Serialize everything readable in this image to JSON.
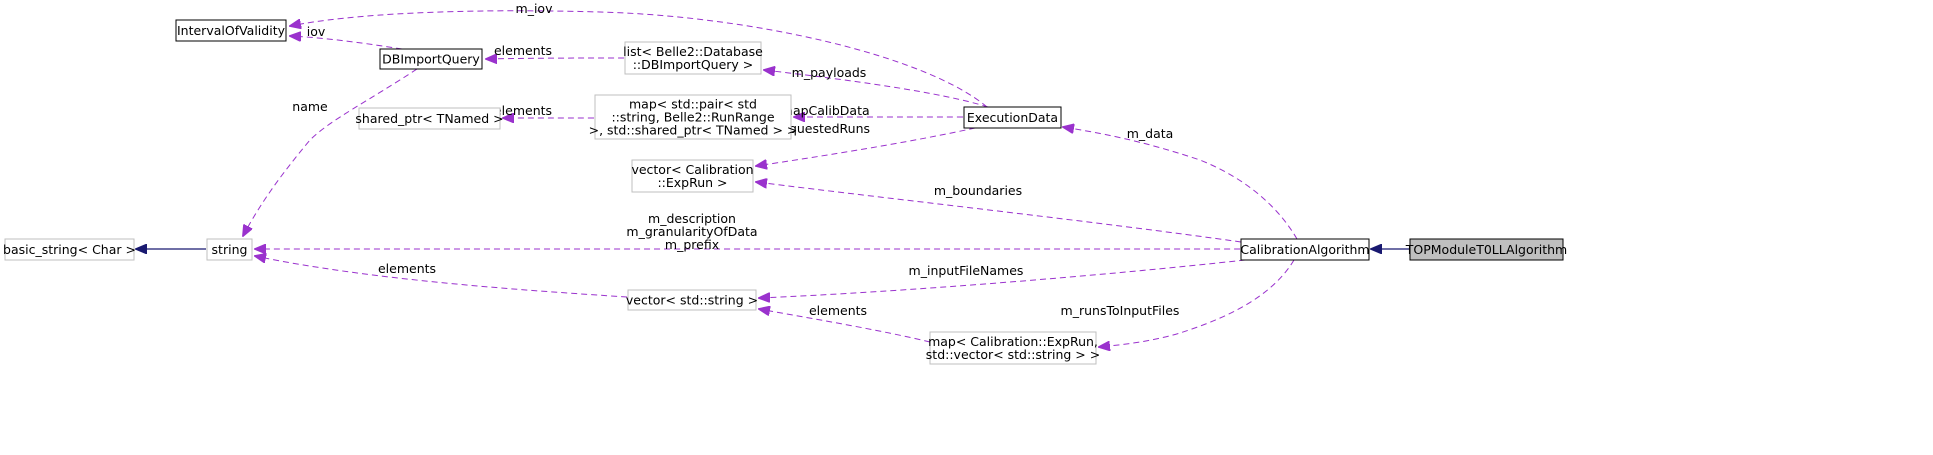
{
  "nodes": {
    "interval_of_validity": {
      "lines": [
        "IntervalOfValidity"
      ],
      "style": "solid"
    },
    "db_import_query": {
      "lines": [
        "DBImportQuery"
      ],
      "style": "solid"
    },
    "list_db_import_query": {
      "lines": [
        "list< Belle2::Database",
        "::DBImportQuery >"
      ],
      "style": "grey"
    },
    "shared_ptr_tnamed": {
      "lines": [
        "shared_ptr< TNamed >"
      ],
      "style": "grey"
    },
    "map_run_range": {
      "lines": [
        "map< std::pair< std",
        "::string, Belle2::RunRange",
        " >, std::shared_ptr< TNamed > >"
      ],
      "style": "grey"
    },
    "execution_data": {
      "lines": [
        "ExecutionData"
      ],
      "style": "solid"
    },
    "vector_exprun": {
      "lines": [
        "vector< Calibration",
        "::ExpRun >"
      ],
      "style": "grey"
    },
    "basic_string": {
      "lines": [
        "basic_string< Char >"
      ],
      "style": "grey"
    },
    "string": {
      "lines": [
        "string"
      ],
      "style": "grey"
    },
    "calibration_algorithm": {
      "lines": [
        "CalibrationAlgorithm"
      ],
      "style": "solid"
    },
    "top_module_algorithm": {
      "lines": [
        "TOPModuleT0LLAlgorithm"
      ],
      "style": "focus"
    },
    "vector_string": {
      "lines": [
        "vector< std::string >"
      ],
      "style": "grey"
    },
    "map_exprun_vector": {
      "lines": [
        "map< Calibration::ExpRun,",
        "std::vector< std::string > >"
      ],
      "style": "grey"
    }
  },
  "edges": {
    "m_iov": {
      "from": "execution_data",
      "to": "interval_of_validity",
      "kind": "usage",
      "label": [
        "m_iov"
      ]
    },
    "iov": {
      "from": "db_import_query",
      "to": "interval_of_validity",
      "kind": "usage",
      "label": [
        "iov"
      ]
    },
    "elements_dbq": {
      "from": "list_db_import_query",
      "to": "db_import_query",
      "kind": "usage",
      "label": [
        "elements"
      ]
    },
    "name": {
      "from": "db_import_query",
      "to": "string",
      "kind": "usage",
      "label": [
        "name"
      ]
    },
    "m_payloads": {
      "from": "execution_data",
      "to": "list_db_import_query",
      "kind": "usage",
      "label": [
        "m_payloads"
      ]
    },
    "elements_shared": {
      "from": "map_run_range",
      "to": "shared_ptr_tnamed",
      "kind": "usage",
      "label": [
        "elements"
      ]
    },
    "m_map_calib_data": {
      "from": "execution_data",
      "to": "map_run_range",
      "kind": "usage",
      "label": [
        "m_mapCalibData"
      ]
    },
    "m_requested_runs": {
      "from": "execution_data",
      "to": "vector_exprun",
      "kind": "usage",
      "label": [
        "m_requestedRuns"
      ]
    },
    "m_data": {
      "from": "calibration_algorithm",
      "to": "execution_data",
      "kind": "usage",
      "label": [
        "m_data"
      ]
    },
    "m_boundaries": {
      "from": "calibration_algorithm",
      "to": "vector_exprun",
      "kind": "usage",
      "label": [
        "m_boundaries"
      ]
    },
    "string_members": {
      "from": "calibration_algorithm",
      "to": "string",
      "kind": "usage",
      "label": [
        "m_description",
        "m_granularityOfData",
        "m_prefix"
      ]
    },
    "basic_string_inherit": {
      "from": "string",
      "to": "basic_string",
      "kind": "inherit",
      "label": []
    },
    "top_inherit": {
      "from": "top_module_algorithm",
      "to": "calibration_algorithm",
      "kind": "inherit",
      "label": []
    },
    "elements_string": {
      "from": "vector_string",
      "to": "string",
      "kind": "usage",
      "label": [
        "elements"
      ]
    },
    "m_input_file_names": {
      "from": "calibration_algorithm",
      "to": "vector_string",
      "kind": "usage",
      "label": [
        "m_inputFileNames"
      ]
    },
    "elements_vecstr": {
      "from": "map_exprun_vector",
      "to": "vector_string",
      "kind": "usage",
      "label": [
        "elements"
      ]
    },
    "m_runs_to_input_files": {
      "from": "calibration_algorithm",
      "to": "map_exprun_vector",
      "kind": "usage",
      "label": [
        "m_runsToInputFiles"
      ]
    }
  },
  "colors": {
    "usage_edge": "#9a32cd",
    "inherit_edge": "#191970",
    "focus_fill": "#bfbfbf",
    "grey_border": "#bfbfbf"
  }
}
